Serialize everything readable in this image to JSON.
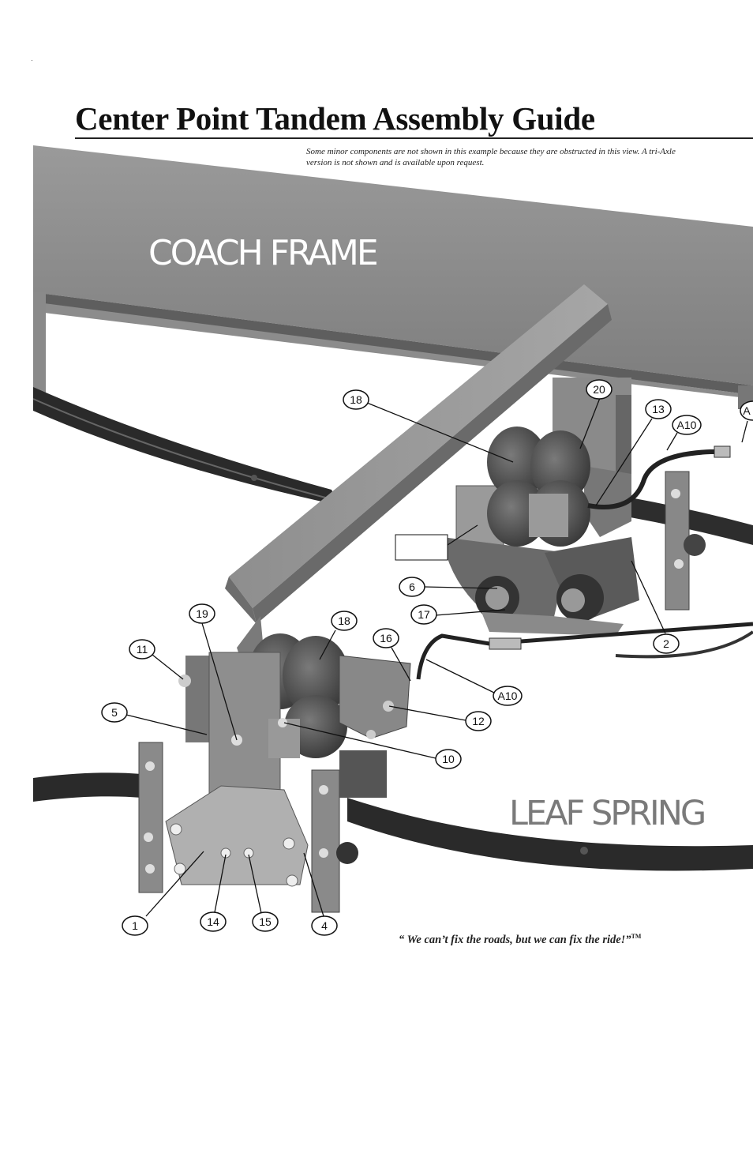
{
  "header": {
    "title": "Center Point Tandem Assembly Guide",
    "note": "Some minor components are not shown in this example because they are obstructed in this view.  A tri-Axle version is not shown and is available upon request."
  },
  "diagram": {
    "frame_label": "COACH FRAME",
    "spring_label": "LEAF SPRING",
    "callouts": {
      "c18a": "18",
      "c20": "20",
      "c13": "13",
      "cA10a": "A10",
      "cAedge": "A",
      "c6": "6",
      "c17": "17",
      "c2": "2",
      "c19": "19",
      "c18b": "18",
      "c16": "16",
      "c11": "11",
      "cA10b": "A10",
      "c5": "5",
      "c12": "12",
      "c10": "10",
      "c1": "1",
      "c14": "14",
      "c15": "15",
      "c4": "4"
    }
  },
  "footer": {
    "tagline": "“ We can’t fix the roads, but we can fix the ride!”",
    "trademark": "TM"
  }
}
